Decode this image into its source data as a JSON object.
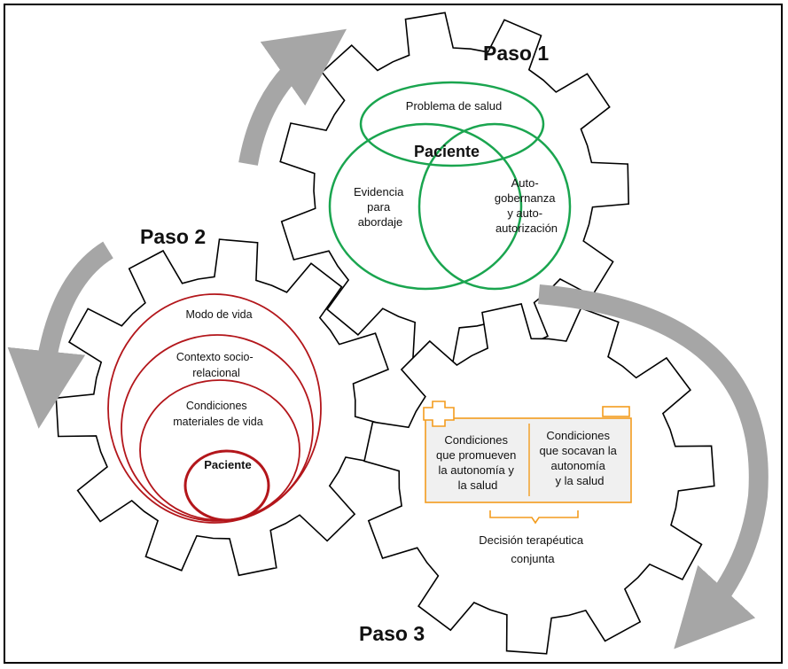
{
  "colors": {
    "gear_stroke": "#000000",
    "arrow": "#a6a6a6",
    "green": "#1aa54f",
    "red": "#b3161b",
    "orange": "#f39c1e",
    "box_fill": "#f0f0f0"
  },
  "steps": {
    "step1": {
      "title": "Paso 1",
      "top": "Problema de salud",
      "center": "Paciente",
      "left": [
        "Evidencia",
        "para",
        "abordaje"
      ],
      "right": [
        "Auto-",
        "gobernanza",
        "y auto-",
        "autorización"
      ]
    },
    "step2": {
      "title": "Paso 2",
      "rings": [
        [
          "Modo de vida"
        ],
        [
          "Contexto socio-",
          "relacional"
        ],
        [
          "Condiciones",
          "materiales  de vida"
        ]
      ],
      "center": "Paciente"
    },
    "step3": {
      "title": "Paso 3",
      "left_box": [
        "Condiciones",
        "que promueven",
        "la autonomía y",
        "la salud"
      ],
      "right_box": [
        "Condiciones",
        "que socavan la",
        "autonomía",
        "y la salud"
      ],
      "decision": [
        "Decisión terapéutica",
        "conjunta"
      ]
    }
  }
}
